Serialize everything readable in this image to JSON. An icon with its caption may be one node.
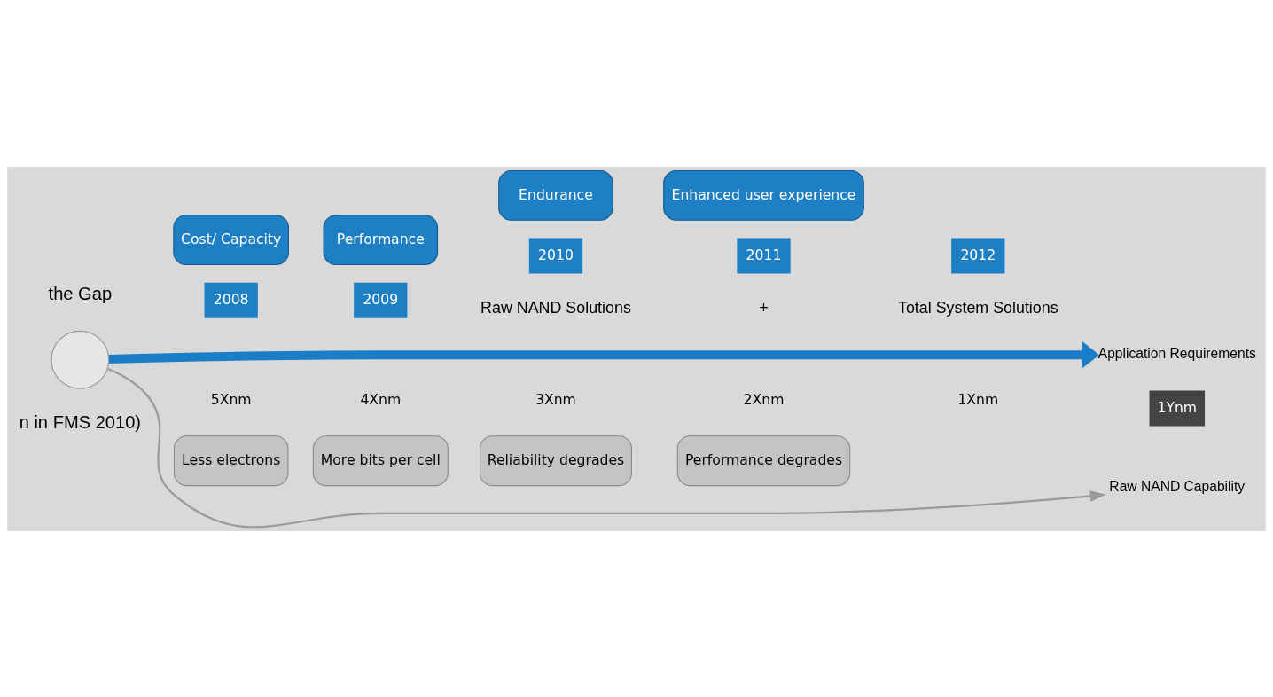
{
  "diagram": {
    "nodes": [
      {
        "text": [],
        "shape": "circle"
      },
      {
        "text": [
          "Application Requirements"
        ]
      },
      {
        "text": [
          "Raw NAND Capability"
        ]
      },
      {
        "text": [
          "Cost/ Capacity"
        ]
      },
      {
        "text": [
          "Performance"
        ]
      },
      {
        "text": [
          "Endurance"
        ]
      },
      {
        "text": [
          "Enhanced user experience"
        ]
      },
      {
        "text": [
          "Less electrons"
        ]
      },
      {
        "text": [
          "More bits per cell"
        ]
      },
      {
        "text": [
          "Reliability degrades"
        ]
      },
      {
        "text": [
          "Performance degrades"
        ]
      }
    ],
    "edges": [
      {
        "from": 0,
        "to": 1,
        "arrow": "to",
        "style": "thick",
        "color": "#1a7dc6"
      },
      {
        "from": 0,
        "to": 2,
        "arrow": "to",
        "color": "#9a9a9a"
      }
    ],
    "labels": [
      "the Gap",
      "n in FMS 2010)",
      "2008",
      "2009",
      "2010",
      "2011",
      "2012",
      "Raw NAND Solutions",
      "+",
      "Total System Solutions",
      "5Xnm",
      "4Xnm",
      "3Xnm",
      "2Xnm",
      "1Xnm",
      "1Ynm"
    ]
  }
}
